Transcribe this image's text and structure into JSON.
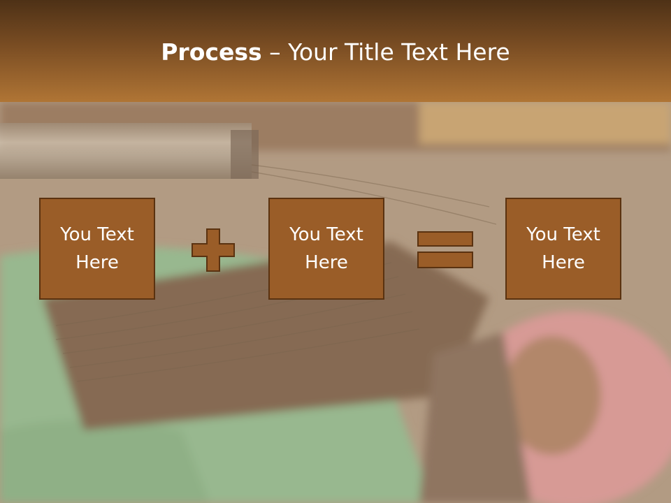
{
  "slide": {
    "title_bold": "Process",
    "title_rest": " – Your Title Text Here",
    "boxes": [
      {
        "line1": "You Text",
        "line2": "Here"
      },
      {
        "line1": "You Text",
        "line2": "Here"
      },
      {
        "line1": "You Text",
        "line2": "Here"
      }
    ],
    "operators": [
      "plus-icon",
      "equals-icon"
    ]
  },
  "colors": {
    "header_dark": "#4e3116",
    "header_light": "#b07535",
    "box_fill": "#9a5d28",
    "box_border": "#5a3210",
    "text": "#ffffff"
  }
}
